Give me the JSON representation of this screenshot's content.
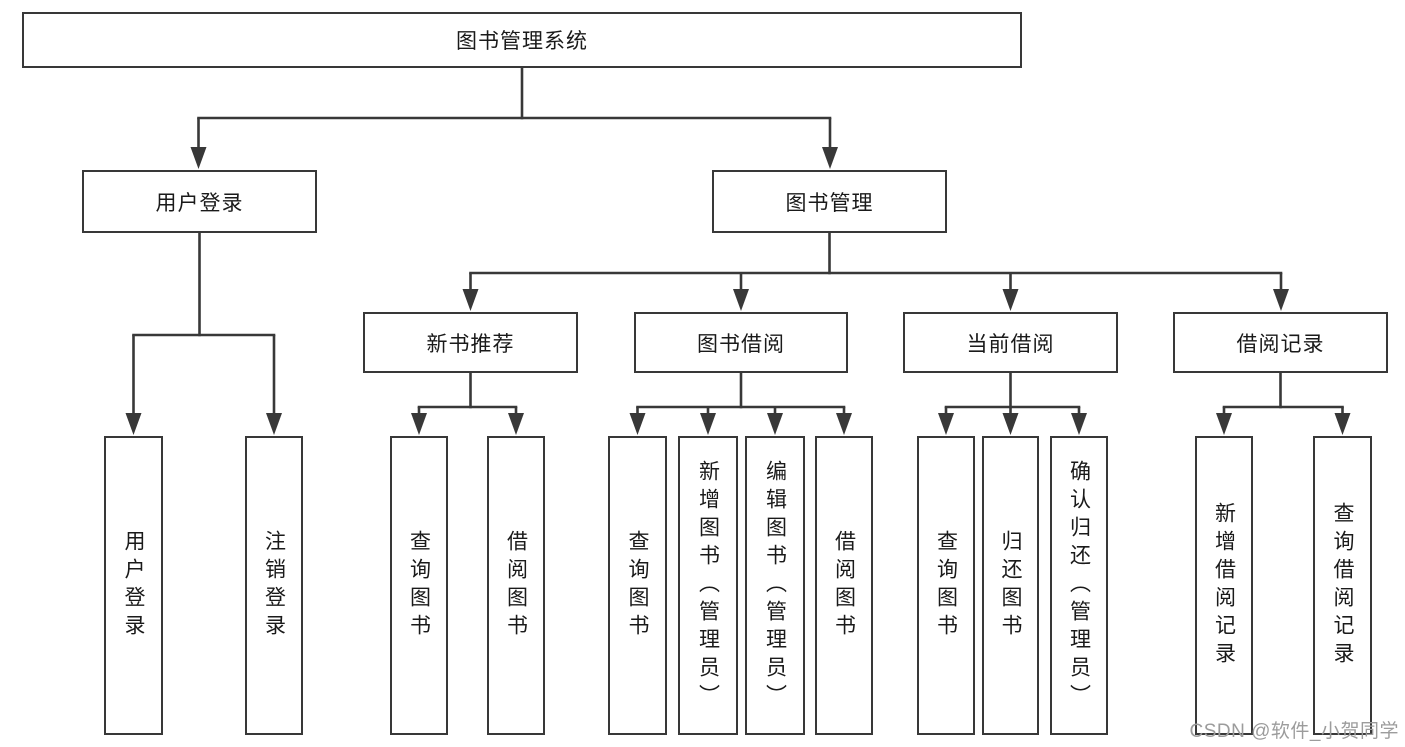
{
  "diagram": {
    "title": "图书管理系统",
    "level2": [
      "用户登录",
      "图书管理"
    ],
    "level3": [
      "新书推荐",
      "图书借阅",
      "当前借阅",
      "借阅记录"
    ],
    "leaves": {
      "userLogin": [
        "用户登录",
        "注销登录"
      ],
      "newBook": [
        "查询图书",
        "借阅图书"
      ],
      "bookBorrow": [
        "查询图书",
        "新增图书（管理员）",
        "编辑图书（管理员）",
        "借阅图书"
      ],
      "currentBorrow": [
        "查询图书",
        "归还图书",
        "确认归还（管理员）"
      ],
      "borrowRecord": [
        "新增借阅记录",
        "查询借阅记录"
      ]
    },
    "watermark": "CSDN @软件_小贺同学",
    "colors": {
      "line": "#383838",
      "boxBorder": "#383838",
      "background": "#ffffff",
      "text": "#1a1a1a",
      "watermark": "#9c9c9c"
    }
  }
}
